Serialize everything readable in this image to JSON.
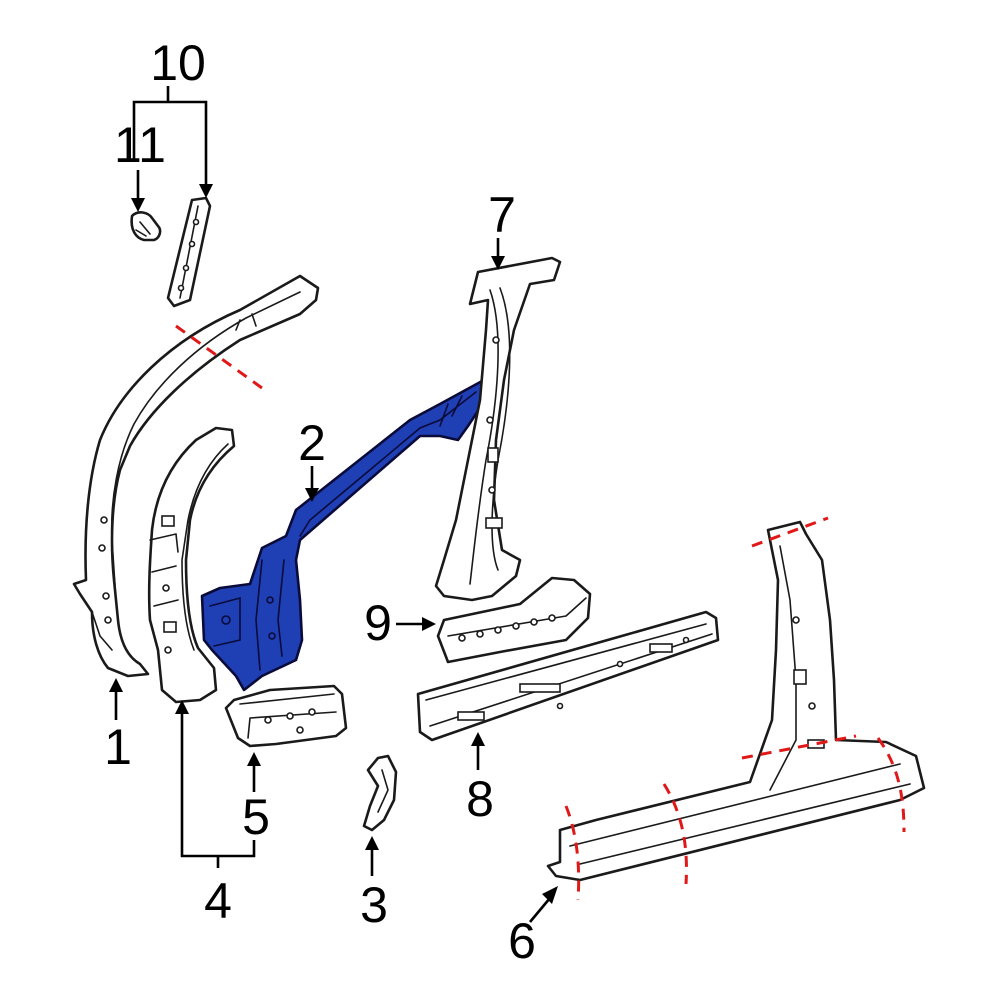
{
  "colors": {
    "highlight": "#1f3fb5",
    "cut_line": "#e01818",
    "line": "#1a1a1a",
    "background": "#ffffff"
  },
  "callouts": {
    "c1": "1",
    "c2": "2",
    "c3": "3",
    "c4": "4",
    "c5": "5",
    "c6": "6",
    "c7": "7",
    "c8": "8",
    "c9": "9",
    "c10": "10",
    "c11": "11"
  },
  "highlighted_part": "2"
}
